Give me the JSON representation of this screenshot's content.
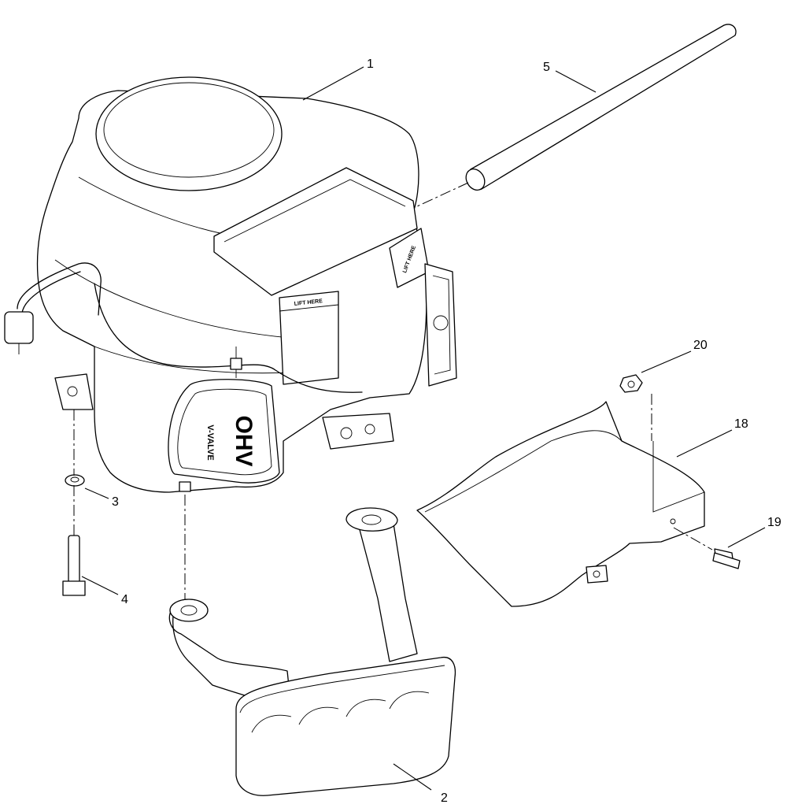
{
  "callouts": [
    {
      "id": "1",
      "label": "1"
    },
    {
      "id": "2",
      "label": "2"
    },
    {
      "id": "3",
      "label": "3"
    },
    {
      "id": "4",
      "label": "4"
    },
    {
      "id": "5",
      "label": "5"
    },
    {
      "id": "18",
      "label": "18"
    },
    {
      "id": "19",
      "label": "19"
    },
    {
      "id": "20",
      "label": "20"
    }
  ],
  "engine_markings": {
    "ohv": "OHV",
    "v_valve": "V-VALVE",
    "lift_here_front": "LIFT HERE",
    "lift_here_side": "LIFT HERE"
  }
}
